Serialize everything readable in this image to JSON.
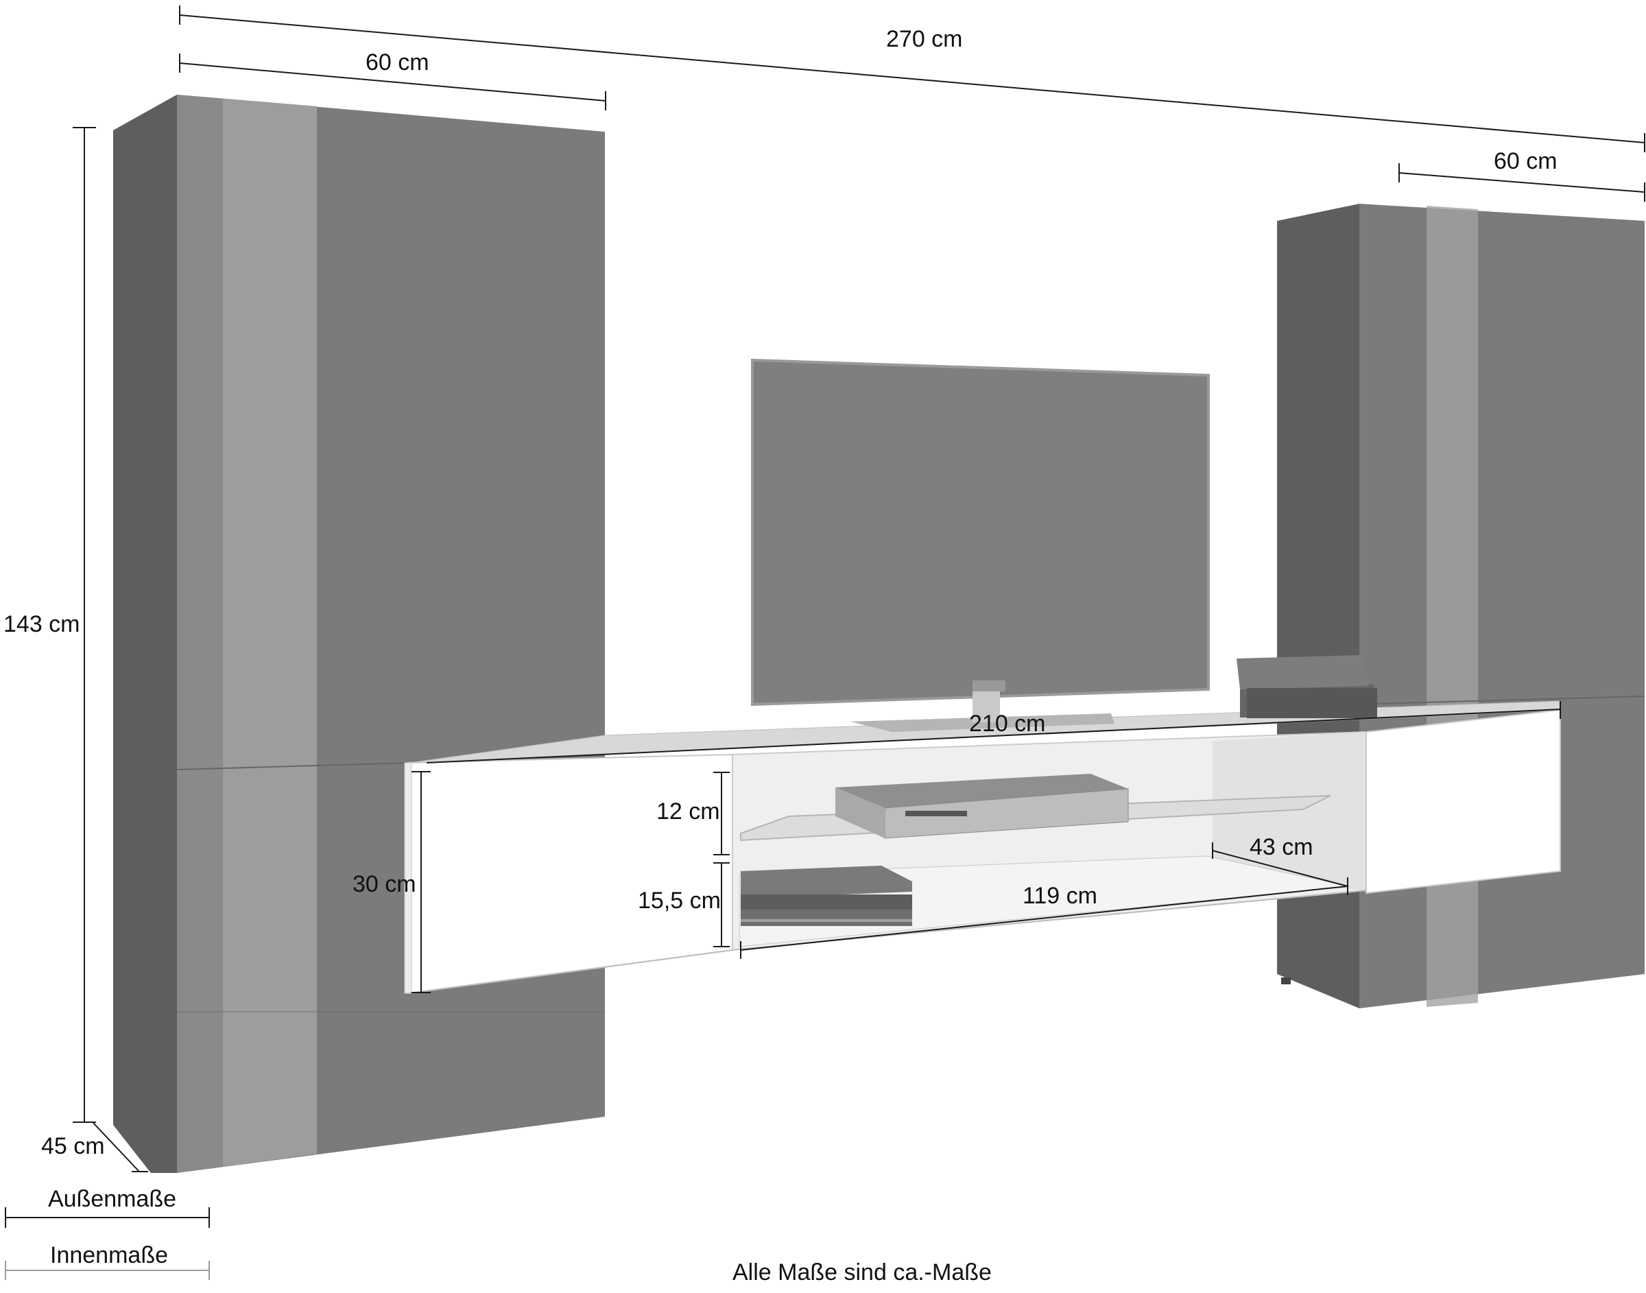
{
  "colors": {
    "cabinet_dark": "#7b7b7b",
    "cabinet_shade": "#6a6a6a",
    "cabinet_light": "#a6a6a6",
    "tv_screen": "#808080",
    "white_front": "#ffffff",
    "line": "#1a1a1a"
  },
  "dimensions": {
    "total_width": "270 cm",
    "left_cabinet_width": "60 cm",
    "right_cabinet_width": "60 cm",
    "height": "143 cm",
    "depth": "45 cm",
    "tv_board_width": "210 cm",
    "tv_board_height": "30 cm",
    "upper_compartment_height": "12 cm",
    "lower_compartment_height": "15,5 cm",
    "compartment_width": "119 cm",
    "compartment_depth": "43 cm"
  },
  "legend": {
    "outer": "Außenmaße",
    "inner": "Innenmaße"
  },
  "footer": {
    "note": "Alle Maße sind ca.-Maße"
  },
  "icons": {
    "dvd_player": "dvd-player-icon",
    "books": "books-icon",
    "tv": "tv-icon"
  }
}
